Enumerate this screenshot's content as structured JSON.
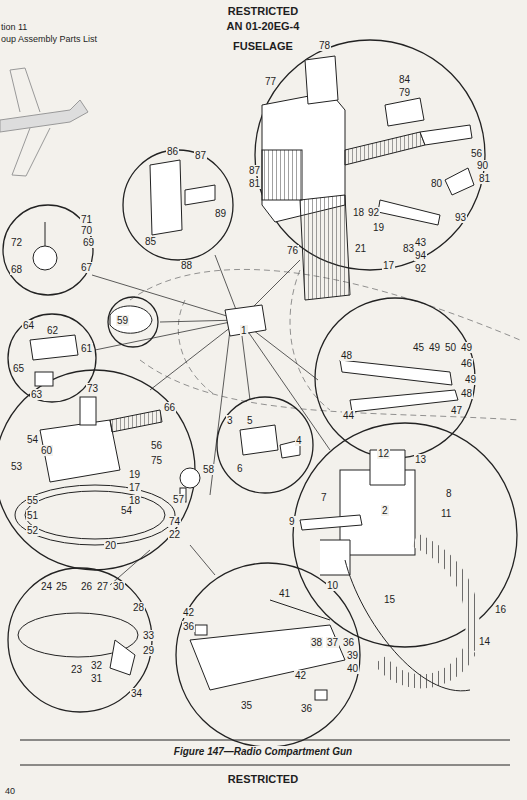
{
  "diagram": {
    "title": "FUSELAGE",
    "caption": "Figure 147—Radio Compartment Gun",
    "labels": [
      "RESTRICTED",
      "AN 01-20EG-4",
      "tion 11",
      "oup Assembly Parts List",
      "78",
      "77",
      "84",
      "79",
      "56",
      "90",
      "81",
      "87",
      "81",
      "80",
      "18",
      "92",
      "19",
      "21",
      "83",
      "93",
      "43",
      "94",
      "92",
      "76",
      "17",
      "86",
      "87",
      "89",
      "85",
      "88",
      "71",
      "70",
      "69",
      "72",
      "68",
      "67",
      "59",
      "1",
      "64",
      "62",
      "61",
      "65",
      "63",
      "73",
      "66",
      "54",
      "60",
      "53",
      "56",
      "75",
      "19",
      "17",
      "18",
      "54",
      "55",
      "51",
      "52",
      "20",
      "22",
      "74",
      "58",
      "57",
      "45",
      "49",
      "50",
      "49",
      "48",
      "46",
      "49",
      "48",
      "44",
      "47",
      "3",
      "5",
      "4",
      "6",
      "12",
      "13",
      "7",
      "2",
      "8",
      "11",
      "9",
      "10",
      "15",
      "16",
      "14",
      "24",
      "25",
      "26",
      "27",
      "30",
      "28",
      "33",
      "29",
      "32",
      "31",
      "34",
      "23",
      "41",
      "42",
      "36",
      "38",
      "37",
      "36",
      "39",
      "40",
      "42",
      "36",
      "35",
      "RESTRICTED",
      "40"
    ]
  }
}
